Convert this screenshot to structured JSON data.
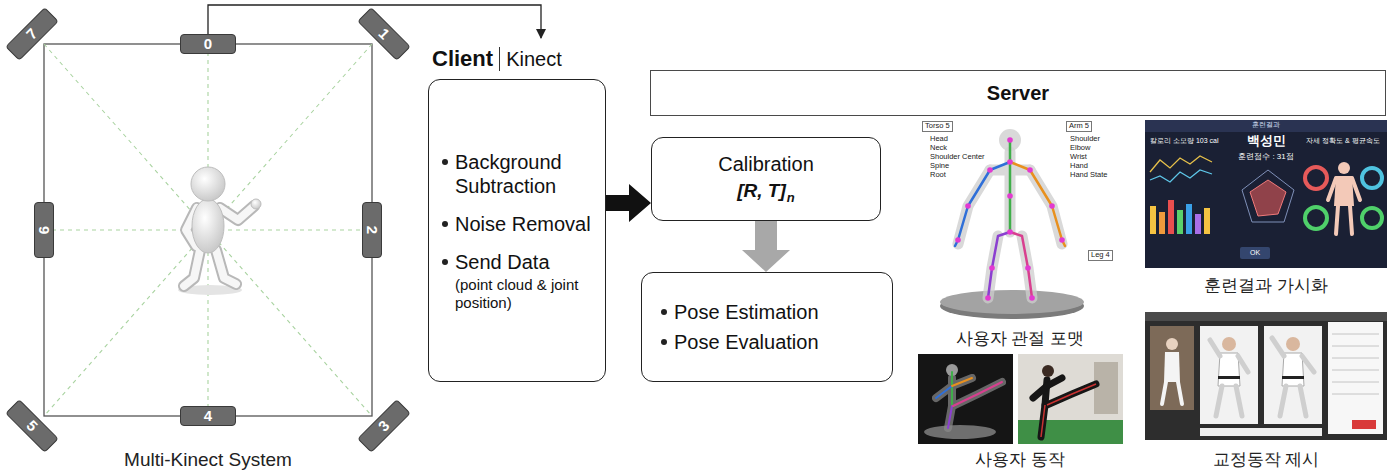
{
  "diagram": {
    "nodes": [
      {
        "text": [
          "7"
        ]
      },
      {
        "text": [
          "0"
        ]
      },
      {
        "text": [
          "1"
        ]
      },
      {
        "text": [
          "6"
        ]
      },
      {
        "text": [
          "2"
        ]
      },
      {
        "text": [
          "5"
        ]
      },
      {
        "text": [
          "4"
        ]
      },
      {
        "text": [
          "3"
        ]
      },
      {
        "text": [
          "Client",
          "Kinect",
          "Background Subtraction",
          "Noise Removal",
          "Send Data",
          "(point cloud & joint position)"
        ]
      },
      {
        "text": [
          "Server"
        ]
      },
      {
        "text": [
          "Calibration",
          "[R, T]",
          "n"
        ]
      },
      {
        "text": [
          "Pose Estimation",
          "Pose Evaluation"
        ]
      }
    ],
    "edges": [
      {
        "from": 1,
        "to": 8,
        "arrow": "to"
      },
      {
        "from": 8,
        "to": 10,
        "arrow": "to"
      },
      {
        "from": 10,
        "to": 11,
        "arrow": "to"
      }
    ],
    "labels": [
      "Multi-Kinect System",
      "사용자 관절 포맷",
      "사용자 동작",
      "훈련결과 가시화",
      "교정동작 제시",
      "Torso 5",
      "Head",
      "Neck",
      "Shoulder Center",
      "Spine",
      "Root",
      "Arm 5",
      "Shoulder",
      "Elbow",
      "Wrist",
      "Hand",
      "Hand State",
      "Leg 4",
      "칼로리 소모량 103 cal",
      "훈련결과",
      "백성민",
      "훈련점수 : 31점",
      "자세 정확도 & 평균속도",
      "OK"
    ]
  }
}
